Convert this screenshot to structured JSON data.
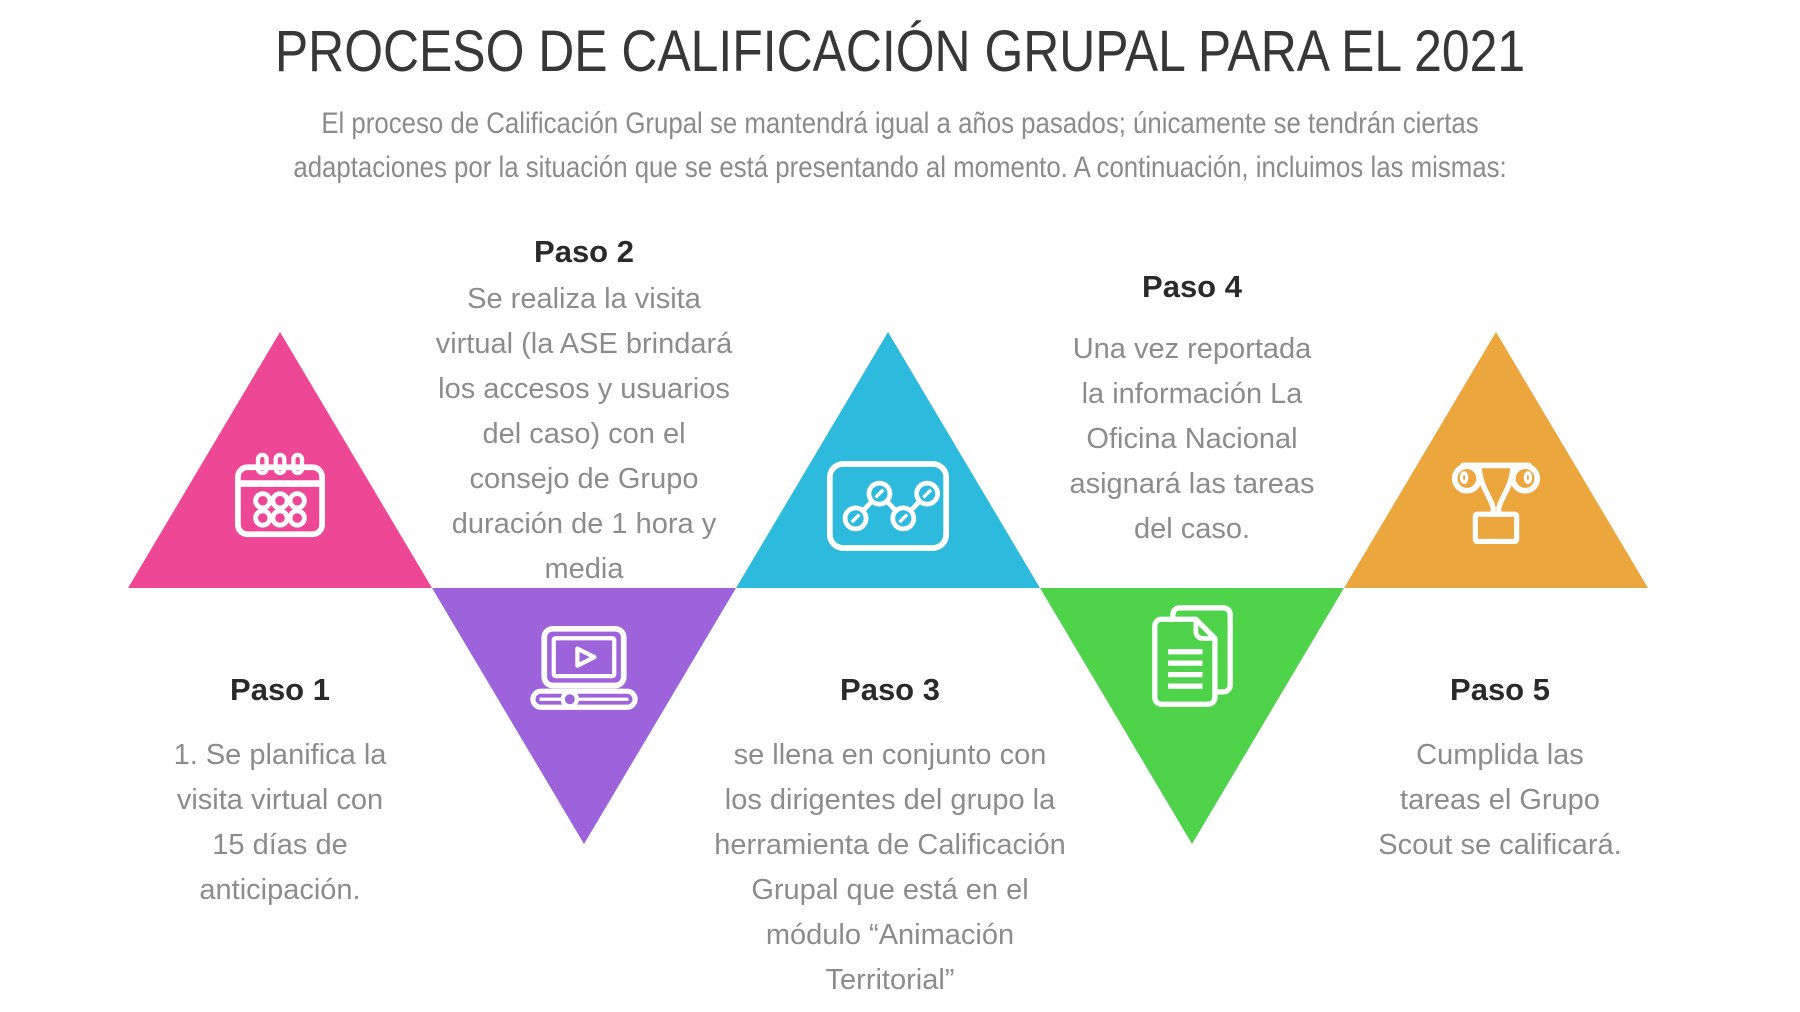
{
  "header": {
    "title": "PROCESO DE CALIFICACIÓN GRUPAL PARA EL 2021",
    "subtitle_lines": [
      "El proceso de Calificación Grupal se mantendrá igual a años pasados; únicamente se tendrán ciertas",
      "adaptaciones por la situación que se está presentando al momento. A continuación, incluimos las mismas:"
    ]
  },
  "steps": [
    {
      "label": "Paso 1",
      "color": "#ed4796",
      "icon": "calendar-icon",
      "triangle": "up",
      "description_lines": [
        "1. Se planifica la",
        "visita virtual con",
        "15 días de",
        "anticipación."
      ]
    },
    {
      "label": "Paso 2",
      "color": "#9c63db",
      "icon": "laptop-video-icon",
      "triangle": "down",
      "description_lines": [
        "Se realiza la visita",
        "virtual (la ASE brindará",
        "los accesos y usuarios",
        "del caso) con el",
        "consejo de Grupo",
        "duración de 1 hora y",
        "media"
      ]
    },
    {
      "label": "Paso 3",
      "color": "#2ebadd",
      "icon": "line-chart-icon",
      "triangle": "up",
      "description_lines": [
        "se llena en conjunto con",
        "los dirigentes del grupo la",
        "herramienta de Calificación",
        "Grupal que está en el",
        "módulo “Animación",
        "Territorial”"
      ]
    },
    {
      "label": "Paso 4",
      "color": "#4fd34b",
      "icon": "documents-icon",
      "triangle": "down",
      "description_lines": [
        "Una vez reportada",
        "la información La",
        "Oficina Nacional",
        "asignará las tareas",
        "del caso."
      ]
    },
    {
      "label": "Paso 5",
      "color": "#eba73e",
      "icon": "trophy-icon",
      "triangle": "up",
      "description_lines": [
        "Cumplida las",
        "tareas el Grupo",
        "Scout se calificará."
      ]
    }
  ],
  "text_colors": {
    "title": "#373737",
    "step_label": "#2a2a2a",
    "body": "#8c8c8c"
  }
}
